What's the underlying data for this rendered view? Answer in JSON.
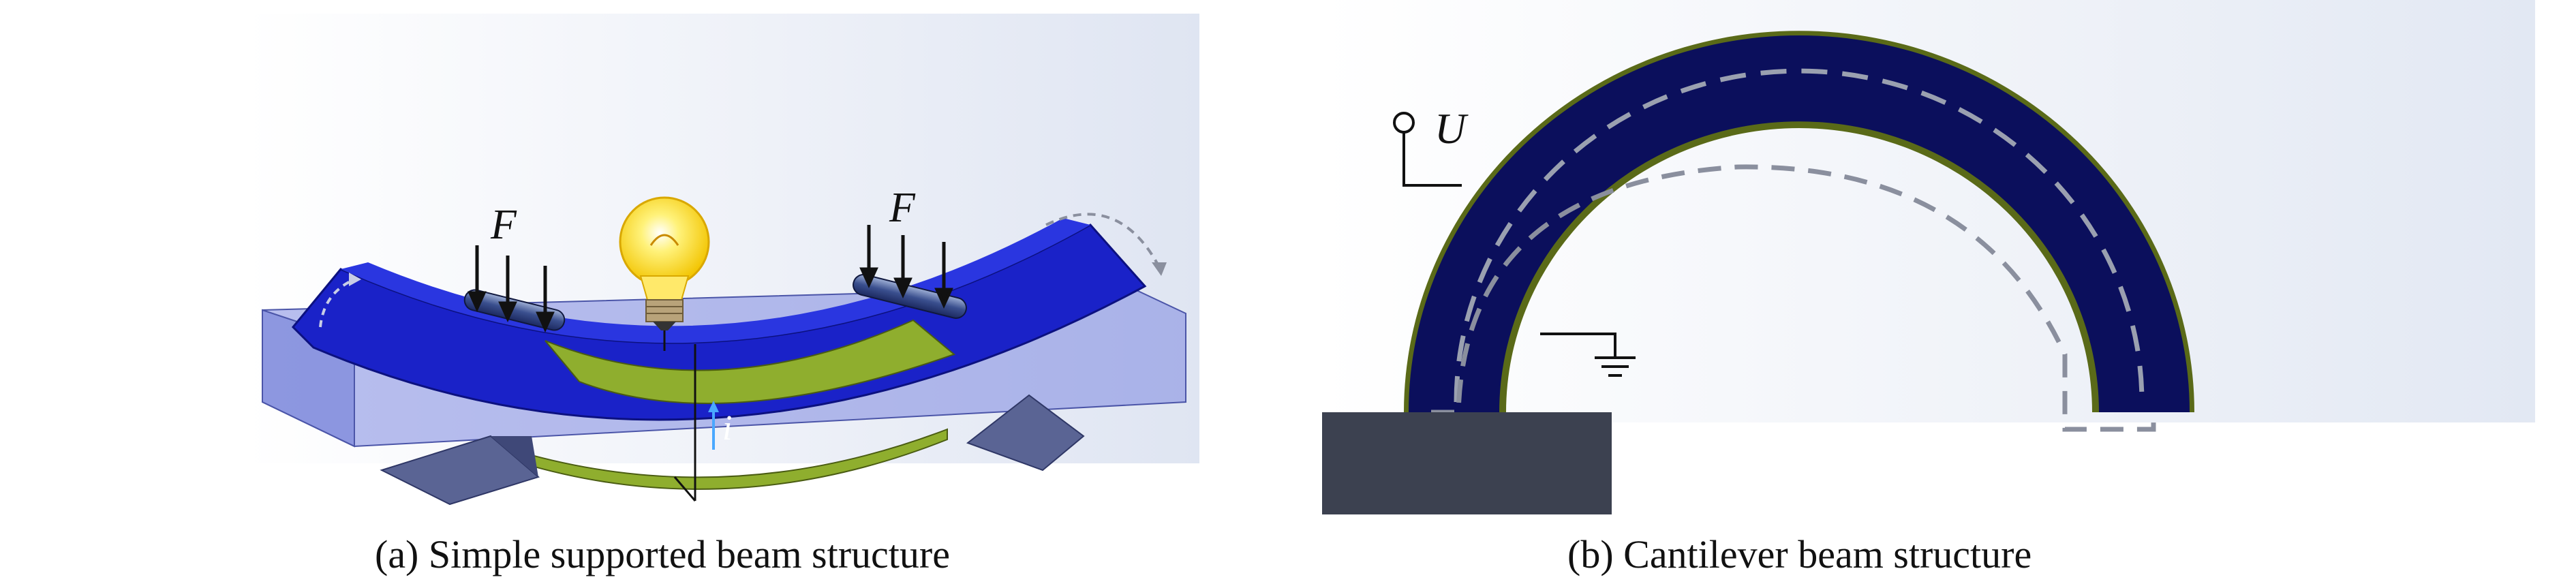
{
  "panel_a": {
    "caption": "(a) Simple supported beam structure",
    "force_label_left": "F",
    "force_label_right": "F",
    "current_label": "i"
  },
  "panel_b": {
    "caption": "(b) Cantilever beam structure",
    "voltage_label": "U"
  },
  "colors": {
    "beam_blue": "#1a22c8",
    "beam_dark_navy": "#0b0f5c",
    "piezo_green": "#8fae2e",
    "box_translucent": "#7d88e0",
    "support_gray": "#5a6494",
    "clamp_block": "#3c4150",
    "bulb_yellow": "#ffe23a",
    "dashed_gray": "#8a8f9e"
  },
  "icons": [
    "light-bulb-icon",
    "ground-symbol-icon",
    "terminal-circle-icon",
    "curved-arrow-icon"
  ]
}
